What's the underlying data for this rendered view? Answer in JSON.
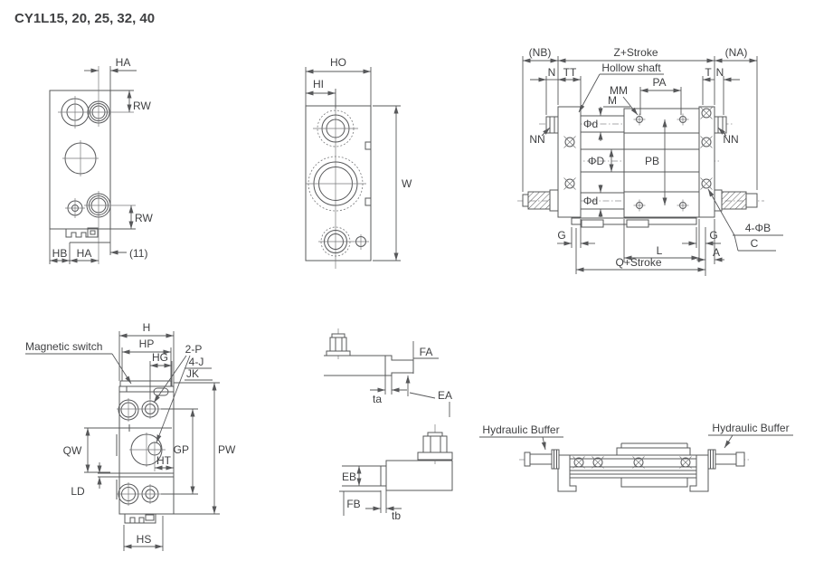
{
  "title": "CY1L15, 20, 25, 32, 40",
  "colors": {
    "line": "#57585A",
    "text": "#3F4042",
    "background": "#FFFFFF"
  },
  "views": {
    "side_plate": {
      "labels": {
        "ha_top": "HA",
        "rw_top": "RW",
        "rw_bottom": "RW",
        "hb": "HB",
        "ha_bottom": "HA",
        "offset_11": "(11)"
      }
    },
    "end_view": {
      "labels": {
        "ho": "HO",
        "hi": "HI",
        "w": "W"
      }
    },
    "front_view": {
      "labels": {
        "nb": "(NB)",
        "z_stroke": "Z+Stroke",
        "na": "(NA)",
        "n_left": "N",
        "tt": "TT",
        "hollow_shaft": "Hollow shaft",
        "mm": "MM",
        "m": "M",
        "pa": "PA",
        "t": "T",
        "n_right": "N",
        "nn_left": "NN",
        "nn_right": "NN",
        "dia_d_top": "Φd",
        "dia_bore": "ΦD",
        "pb": "PB",
        "dia_d_bottom": "Φd",
        "g_left": "G",
        "g_right": "G",
        "l": "L",
        "a": "A",
        "q_stroke": "Q+Stroke",
        "four_dia_b": "4-ΦB",
        "c": "C"
      }
    },
    "switch_view": {
      "labels": {
        "magnetic_switch": "Magnetic switch",
        "h": "H",
        "hp": "HP",
        "hg": "HG",
        "two_p": "2-P",
        "four_j": "4-J",
        "jk": "JK",
        "qw": "QW",
        "gp": "GP",
        "pw": "PW",
        "ht": "HT",
        "ld": "LD",
        "hs": "HS"
      }
    },
    "detail_top": {
      "labels": {
        "ta": "ta",
        "fa": "FA",
        "ea": "EA"
      }
    },
    "detail_bottom": {
      "labels": {
        "eb": "EB",
        "fb": "FB",
        "tb": "tb"
      }
    },
    "buffer_view": {
      "labels": {
        "left_label": "Hydraulic Buffer",
        "right_label": "Hydraulic Buffer"
      }
    }
  }
}
